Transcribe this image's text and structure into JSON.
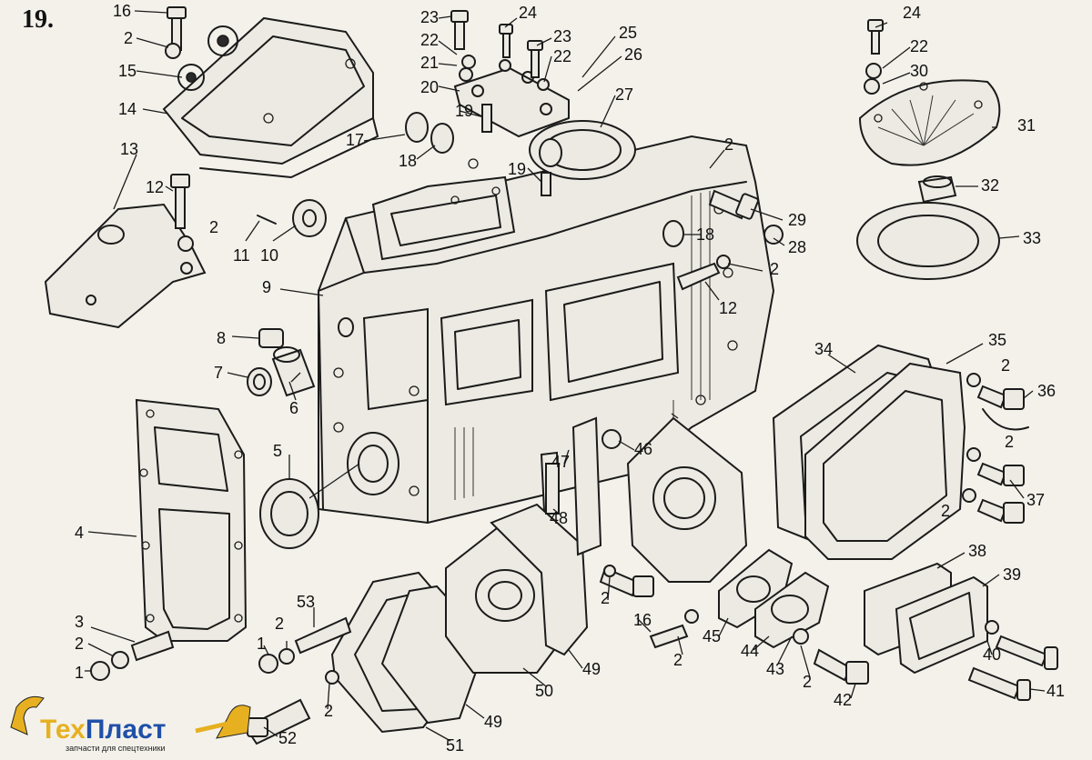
{
  "figure_number": "19.",
  "callouts": [
    "1",
    "2",
    "3",
    "4",
    "5",
    "6",
    "7",
    "8",
    "9",
    "10",
    "11",
    "12",
    "13",
    "14",
    "15",
    "16",
    "17",
    "18",
    "19",
    "20",
    "21",
    "22",
    "23",
    "24",
    "25",
    "26",
    "27",
    "28",
    "29",
    "30",
    "31",
    "32",
    "33",
    "34",
    "35",
    "36",
    "37",
    "38",
    "39",
    "40",
    "41",
    "42",
    "43",
    "44",
    "45",
    "46",
    "47",
    "48",
    "49",
    "50",
    "51",
    "52",
    "53"
  ],
  "logo": {
    "brand_part1": "Тех",
    "brand_part2": "Пласт",
    "tagline": "запчасти для спецтехники",
    "colors": {
      "part1": "#e6b020",
      "part2": "#1f4fa8",
      "machine": "#e6b020"
    }
  },
  "colors": {
    "ink": "#1b1b1b",
    "paper": "#f3f1ea"
  }
}
